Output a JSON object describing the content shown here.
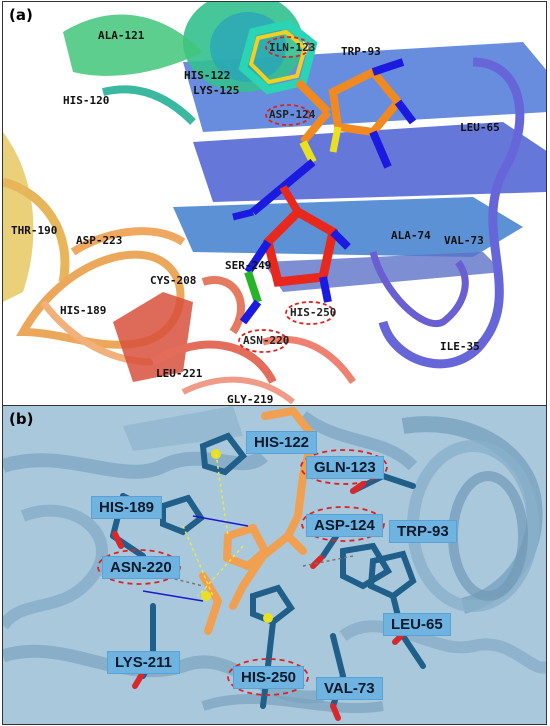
{
  "figure": {
    "panel_a": {
      "label": "(a)",
      "residues": {
        "ala121": "ALA-121",
        "gln123": "ILN-123",
        "trp93": "TRP-93",
        "his122": "HIS-122",
        "lys125": "LYS-125",
        "his120": "HIS-120",
        "asp124": "ASP-124",
        "leu65": "LEU-65",
        "thr190": "THR-190",
        "asp223": "ASP-223",
        "ala74": "ALA-74",
        "val73": "VAL-73",
        "cys208": "CYS-208",
        "ser249": "SER-249",
        "his189": "HIS-189",
        "his250": "HIS-250",
        "asn220": "ASN-220",
        "leu221": "LEU-221",
        "ile35": "ILE-35",
        "gly219": "GLY-219"
      }
    },
    "panel_b": {
      "label": "(b)",
      "residues": {
        "his122": "HIS-122",
        "gln123": "GLN-123",
        "his189": "HIS-189",
        "asp124": "ASP-124",
        "trp93": "TRP-93",
        "asn220": "ASN-220",
        "leu65": "LEU-65",
        "lys211": "LYS-211",
        "his250": "HIS-250",
        "val73": "VAL-73"
      }
    },
    "colors": {
      "highlight_ring": "#e02020",
      "ribbon_blue": "#5b6fd6",
      "ribbon_green": "#3cc48c",
      "ribbon_orange": "#e9a25c",
      "ribbon_red": "#e0644c",
      "ligand_orange": "#f08a20",
      "ligand_red": "#e8281c",
      "nitrogen_blue": "#1a1ae0",
      "sulfur_yellow": "#e8e020",
      "panel_b_background": "#a9c8dc",
      "label_box": "#6fb3e0"
    }
  }
}
